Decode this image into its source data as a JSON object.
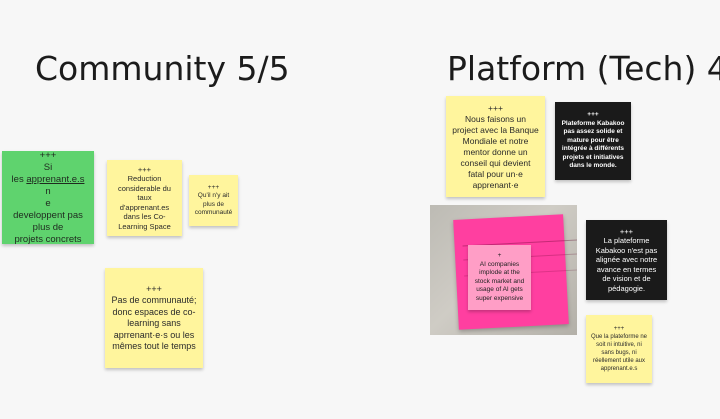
{
  "headings": {
    "community": "Community 5/5",
    "platform": "Platform (Tech) 4/"
  },
  "notes": {
    "green": {
      "mark": "+++",
      "line1": "Si",
      "line2_pre": "les ",
      "line2_link": "apprenant.e.s",
      "line2_post": " n",
      "line3": "e",
      "line4": "developpent pas",
      "line5": "plus de",
      "line6": "projets concrets"
    },
    "reduction": {
      "mark": "+++",
      "text": "Reduction considerable du taux d'apprenant.es dans les Co-Learning Space"
    },
    "communaute": {
      "mark": "+++",
      "text": "Qu'il n'y ait plus de communauté"
    },
    "espaces": {
      "mark": "+++",
      "text": "Pas de communauté; donc espaces de co-learning sans aprrenant·e·s ou les mêmes tout le temps"
    },
    "banque": {
      "mark": "+++",
      "text": "Nous faisons un project avec la Banque Mondiale et notre mentor donne un conseil qui devient fatal pour un·e apprenant·e"
    },
    "solide": {
      "mark": "+++",
      "text": "Plateforme Kabakoo pas assez solide et mature pour être intégrée à différents projets et initiatives dans le monde."
    },
    "ai": {
      "mark": "+",
      "text": "AI companies implode at the stock market and usage of AI gets super expensive"
    },
    "alignee": {
      "mark": "+++",
      "text": "La plateforme Kabakoo n'est pas alignée avec notre avance en termes de vision et de pédagogie."
    },
    "intuitive": {
      "mark": "+++",
      "text": "Que la plateforme ne soit ni intuitive, ni sans bugs, ni réellement utile aux apprenant.e.s"
    }
  }
}
